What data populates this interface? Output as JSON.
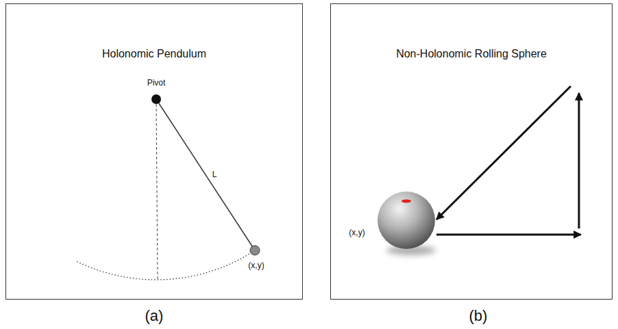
{
  "diagram": {
    "nodes": [
      {
        "text": [
          "Holonomic Pendulum"
        ]
      },
      {
        "text": [
          "Non-Holonomic Rolling Sphere"
        ]
      }
    ],
    "labels": [
      "Pivot",
      "L",
      "(x,y)",
      "(x,y)",
      "(a)",
      "(b)"
    ]
  }
}
